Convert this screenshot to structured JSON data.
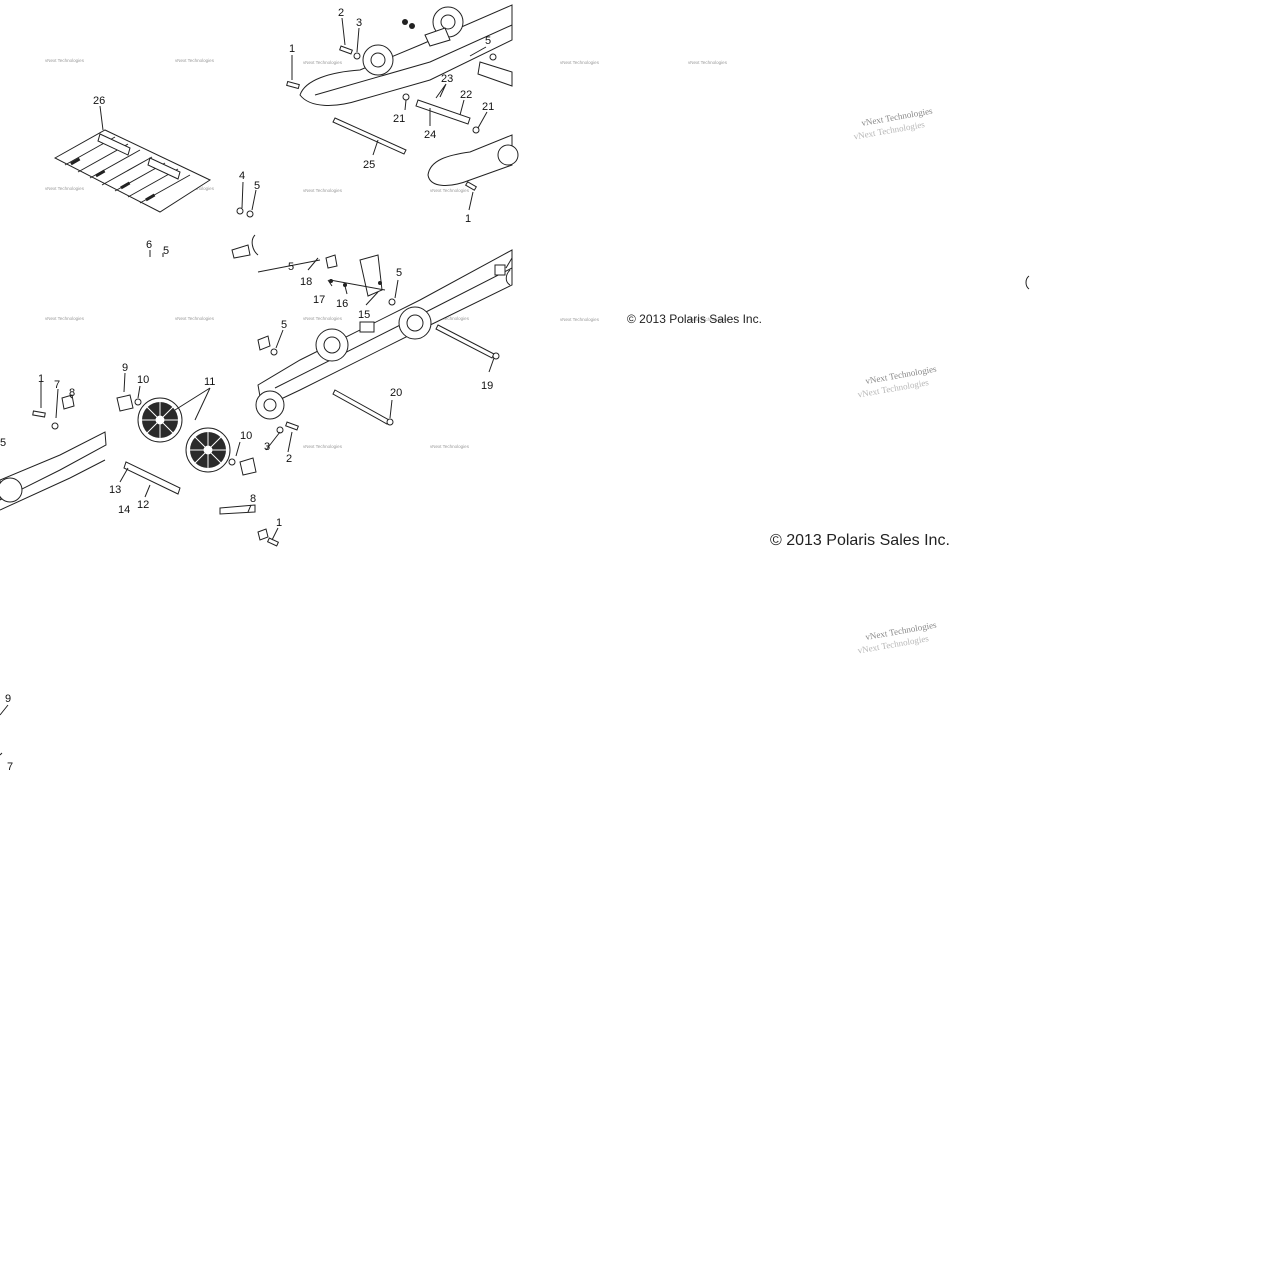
{
  "callouts": {
    "c1": "2",
    "c2": "3",
    "c3": "1",
    "c4": "5",
    "c5": "23",
    "c6": "22",
    "c7": "21",
    "c8": "21",
    "c9": "24",
    "c10": "25",
    "c11": "1",
    "c12": "26",
    "c13": "4",
    "c14": "5",
    "c15": "6",
    "c16": "5",
    "c17": "5",
    "c18": "18",
    "c19": "17",
    "c20": "16",
    "c21": "15",
    "c22": "5",
    "c23": "5",
    "c24": "19",
    "c25": "20",
    "c26": "9",
    "c27": "10",
    "c28": "11",
    "c29": "1",
    "c30": "7",
    "c31": "8",
    "c32": "5",
    "c33": "10",
    "c34": "3",
    "c35": "2",
    "c36": "13",
    "c37": "12",
    "c38": "14",
    "c39": "8",
    "c40": "1",
    "c41": "9",
    "c42": "7"
  },
  "watermark": "vNext Technologies",
  "copyright_small": "© 2013 Polaris Sales Inc.",
  "copyright_large": "© 2013 Polaris Sales Inc."
}
